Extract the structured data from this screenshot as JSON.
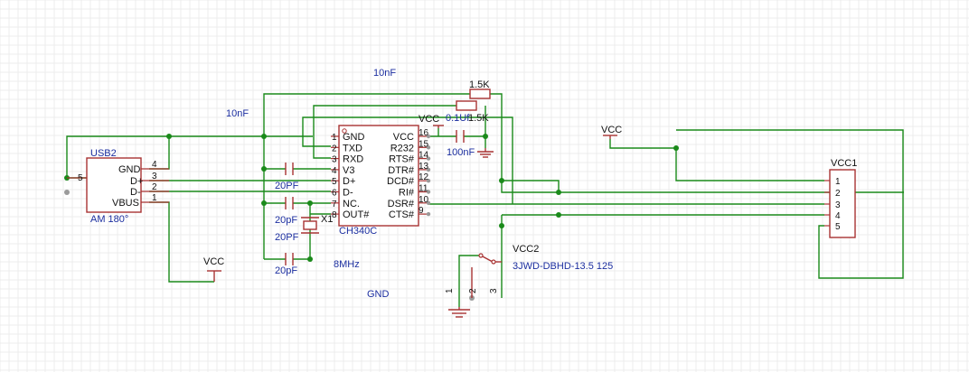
{
  "net_labels": {
    "top_10nf": "10nF",
    "left_10nf": "10nF",
    "gnd_bottom": "GND"
  },
  "usb2": {
    "ref": "USB2",
    "value": "AM 180°",
    "pins": [
      {
        "num": "4",
        "name": "GND"
      },
      {
        "num": "3",
        "name": "D+"
      },
      {
        "num": "2",
        "name": "D-"
      },
      {
        "num": "1",
        "name": "VBUS"
      }
    ],
    "shell_pin": "5"
  },
  "ch340": {
    "value": "CH340C",
    "left_pins": [
      {
        "num": "1",
        "name": "GND"
      },
      {
        "num": "2",
        "name": "TXD"
      },
      {
        "num": "3",
        "name": "RXD"
      },
      {
        "num": "4",
        "name": "V3"
      },
      {
        "num": "5",
        "name": "D+"
      },
      {
        "num": "6",
        "name": "D-"
      },
      {
        "num": "7",
        "name": "NC."
      },
      {
        "num": "8",
        "name": "OUT#"
      }
    ],
    "right_pins": [
      {
        "num": "16",
        "name": "VCC"
      },
      {
        "num": "15",
        "name": "R232"
      },
      {
        "num": "14",
        "name": "RTS#"
      },
      {
        "num": "13",
        "name": "DTR#"
      },
      {
        "num": "12",
        "name": "DCD#"
      },
      {
        "num": "11",
        "name": "RI#"
      },
      {
        "num": "10",
        "name": "DSR#"
      },
      {
        "num": "9",
        "name": "CTS#"
      }
    ]
  },
  "caps": {
    "c_v3": "20PF",
    "c_x1a": "20pF",
    "c_x1b": "20PF",
    "c_x1c": "20pF",
    "c_vcc_100n": "100nF",
    "c_vcc_01u": "0.1Uf"
  },
  "resistors": {
    "r1": "1.5K",
    "r2": "1.5K"
  },
  "crystal": {
    "ref": "X1",
    "value": "8MHz"
  },
  "vcc_labels": {
    "usb_vcc": "VCC",
    "ch340_vcc": "VCC",
    "conn_vcc": "VCC"
  },
  "switch": {
    "ref": "VCC2",
    "value": "3JWD-DBHD-13.5 125",
    "pins": [
      "1",
      "2",
      "3"
    ]
  },
  "vcc1": {
    "ref": "VCC1",
    "pins": [
      "1",
      "2",
      "3",
      "4",
      "5"
    ]
  },
  "colors": {
    "wire": "#1a8a1a",
    "part": "#a83232",
    "label_blue": "#1c2fa0",
    "grid": "#ececec"
  }
}
